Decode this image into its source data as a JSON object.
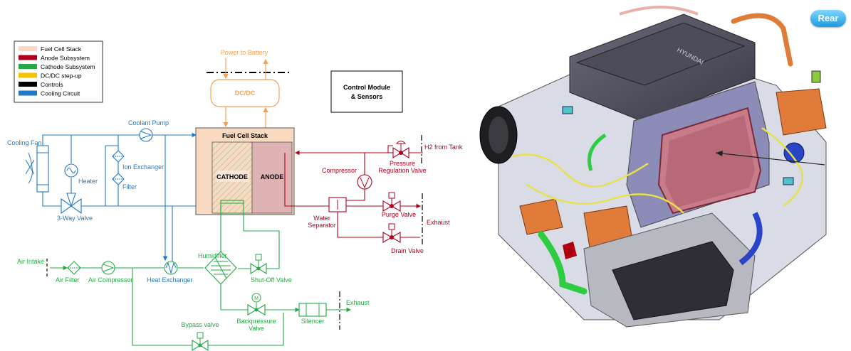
{
  "colors": {
    "fuel_cell_stack": "#f9d9bf",
    "anode": "#b0001e",
    "cathode": "#22aa44",
    "dcdc": "#f5a050",
    "controls": "#000000",
    "cooling": "#1f78c8"
  },
  "legend": {
    "items": [
      {
        "label": "Fuel Cell Stack",
        "color": "#f9d9bf"
      },
      {
        "label": "Anode Subsystem",
        "color": "#b0001e"
      },
      {
        "label": "Cathode Subsystem",
        "color": "#22aa44"
      },
      {
        "label": "DC/DC step-up",
        "color": "#f5c400"
      },
      {
        "label": "Controls",
        "color": "#000000"
      },
      {
        "label": "Cooling Circuit",
        "color": "#1f78c8"
      }
    ]
  },
  "labels": {
    "power_to_battery": "Power to Battery",
    "dcdc": "DC/DC",
    "control_module_1": "Control Module",
    "control_module_2": "& Sensors",
    "fuel_cell_stack": "Fuel Cell Stack",
    "cathode": "CATHODE",
    "anode": "ANODE",
    "coolant_pump": "Coolant Pump",
    "cooling_fan": "Cooling Fan",
    "heater": "Heater",
    "ion_exchanger": "Ion Exchanger",
    "filter": "Filter",
    "three_way_valve": "3-Way Valve",
    "air_intake": "Air Intake",
    "air_filter": "Air Filter",
    "air_compressor": "Air Compressor",
    "heat_exchanger": "Heat Exchanger",
    "humidifier": "Humidifier",
    "shutoff_valve": "Shut-Off Valve",
    "backpressure_valve_1": "Backpressure",
    "backpressure_valve_2": "Valve",
    "silencer": "Silencer",
    "exhaust_cathode": "Exhaust",
    "bypass_valve": "Bypass valve",
    "h2_from_tank": "H2 from Tank",
    "pressure_reg_1": "Pressure",
    "pressure_reg_2": "Regulation Valve",
    "compressor": "Compressor",
    "water_separator_1": "Water",
    "water_separator_2": "Separator",
    "purge_valve": "Purge Valve",
    "exhaust_anode": "Exhaust",
    "drain_valve": "Drain Valve",
    "m_symbol": "M"
  },
  "photo": {
    "engine_logo_text": "HYUNDAI",
    "rear_badge": "Rear"
  }
}
